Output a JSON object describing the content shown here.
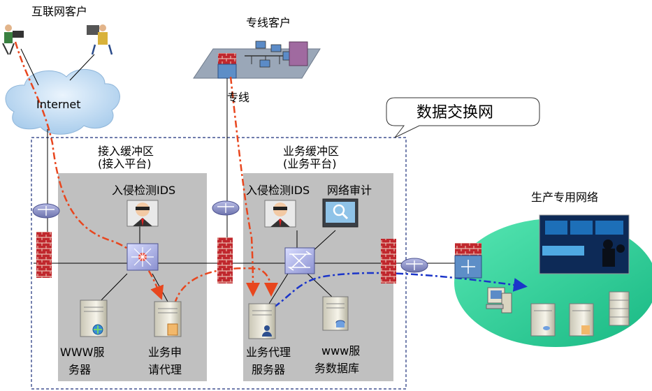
{
  "labels": {
    "internet_clients": "互联网客户",
    "dedicated_clients": "专线客户",
    "internet": "Internet",
    "dedicated_line": "专线",
    "data_exchange_net": "数据交换网",
    "access_buffer_l1": "接入缓冲区",
    "access_buffer_l2": "(接入平台)",
    "business_buffer_l1": "业务缓冲区",
    "business_buffer_l2": "(业务平台)",
    "ids_access": "入侵检测IDS",
    "ids_business": "入侵检测IDS",
    "net_audit": "网络审计",
    "prod_network": "生产专用网络",
    "www_server_l1": "WWW服",
    "www_server_l2": "务器",
    "biz_apply_proxy_l1": "业务申",
    "biz_apply_proxy_l2": "请代理",
    "biz_proxy_server_l1": "业务代理",
    "biz_proxy_server_l2": "服务器",
    "www_db_l1": "www服",
    "www_db_l2": "务数据库"
  },
  "colors": {
    "zone_fill": "#c0c0c0",
    "cloud_fill": "#cde3f7",
    "prod_fill": "#2fd59c",
    "firewall": "#c0272d",
    "flow_red": "#e8461e",
    "flow_blue": "#1b35c9",
    "router": "#8f95c8"
  }
}
